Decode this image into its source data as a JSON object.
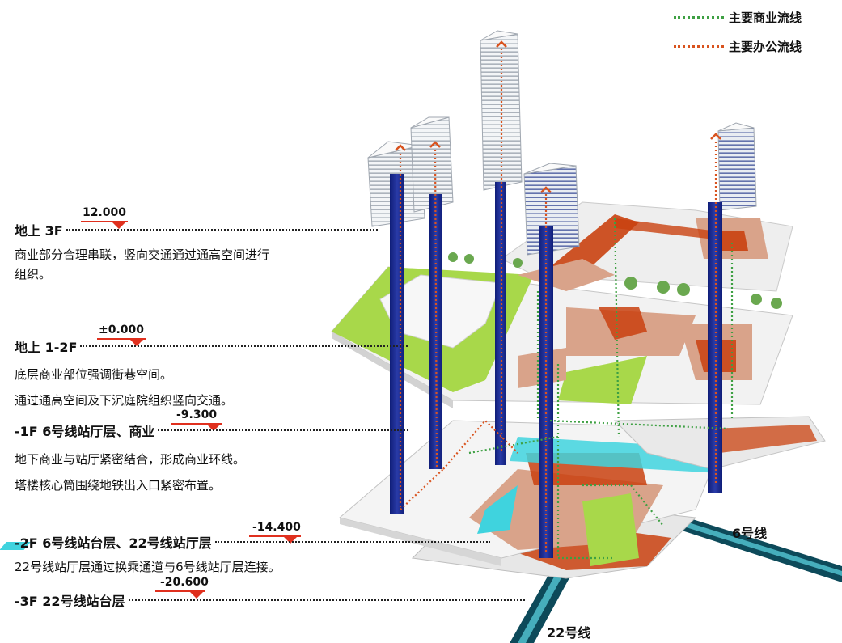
{
  "legend": {
    "items": [
      {
        "label": "主要商业流线",
        "color": "#3ea043"
      },
      {
        "label": "主要办公流线",
        "color": "#d9531e"
      }
    ]
  },
  "levels": [
    {
      "name": "地上  3F",
      "elevation": "12.000",
      "desc": [
        "商业部分合理串联，竖向交通通过通高空间进行",
        "组织。"
      ]
    },
    {
      "name": "地上  1-2F",
      "elevation": "±0.000",
      "desc": [
        "底层商业部位强调街巷空间。",
        "通过通高空间及下沉庭院组织竖向交通。"
      ]
    },
    {
      "name": "-1F  6号线站厅层、商业",
      "elevation": "-9.300",
      "desc": [
        "地下商业与站厅紧密结合，形成商业环线。",
        "塔楼核心筒围绕地铁出入口紧密布置。"
      ]
    },
    {
      "name": "-2F  6号线站台层、22号线站厅层",
      "elevation": "-14.400",
      "desc": [
        "22号线站厅层通过换乘通道与6号线站厅层连接。"
      ]
    },
    {
      "name": "-3F  22号线站台层",
      "elevation": "-20.600",
      "desc": []
    }
  ],
  "metro_lines": {
    "line6": "6号线",
    "line22": "22号线"
  },
  "colors": {
    "core": "#1c2a8c",
    "green_slab": "#a8d84a",
    "plaza": "#f1f1f1",
    "retail": "#d9a38a",
    "retail_dark": "#c9410f",
    "tower": "#eef1f4",
    "water": "#3fd3de",
    "tunnel": "#0d4a5a"
  }
}
